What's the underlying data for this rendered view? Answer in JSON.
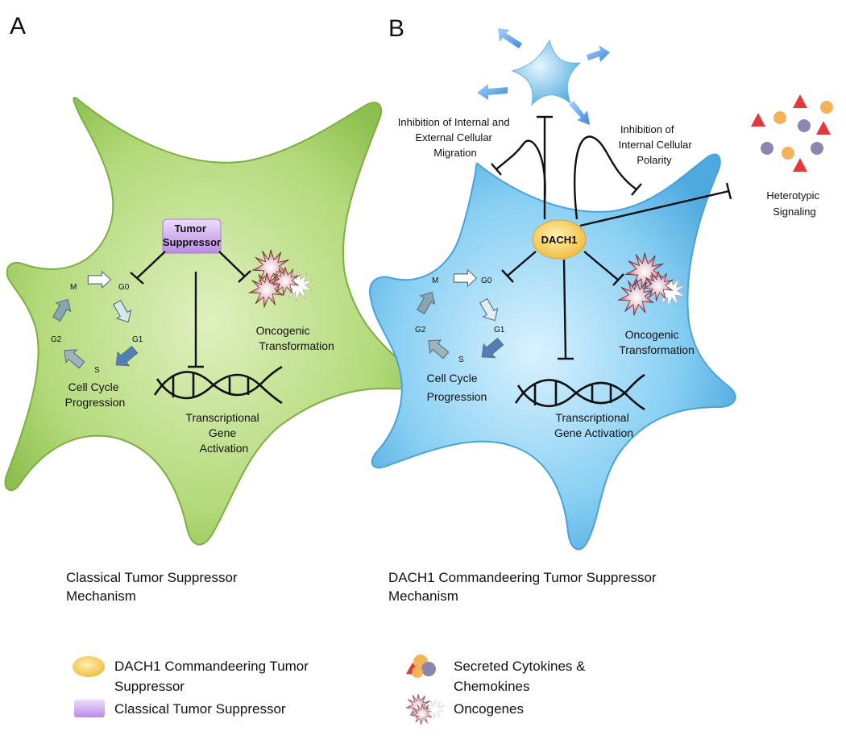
{
  "panels": {
    "a": {
      "letter": "A",
      "tumor_suppressor_label": [
        "Tumor",
        "Suppressor"
      ],
      "phases": {
        "m": "M",
        "g0": "G0",
        "g1": "G1",
        "g2": "G2",
        "s": "S"
      },
      "cell_cycle": [
        "Cell Cycle",
        "Progression"
      ],
      "transcription": [
        "Transcriptional",
        "Gene",
        "Activation"
      ],
      "oncogenic": [
        "Oncogenic",
        "Transformation"
      ],
      "caption": [
        "Classical Tumor Suppressor",
        "Mechanism"
      ],
      "colors": {
        "cell": "#a9d46a",
        "suppressor": "#c99be8"
      }
    },
    "b": {
      "letter": "B",
      "dach1_label": "DACH1",
      "phases": {
        "m": "M",
        "g0": "G0",
        "g1": "G1",
        "g2": "G2",
        "s": "S"
      },
      "cell_cycle": [
        "Cell Cycle",
        "Progression"
      ],
      "transcription": [
        "Transcriptional",
        "Gene  Activation"
      ],
      "oncogenic": [
        "Oncogenic",
        "Transformation"
      ],
      "migration": [
        "Inhibition of Internal and",
        "External Cellular",
        "Migration"
      ],
      "polarity": [
        "Inhibition of",
        "Internal Cellular",
        "Polarity"
      ],
      "heterotypic": [
        "Heterotypic",
        "Signaling"
      ],
      "caption": [
        "DACH1 Commandeering Tumor Suppressor",
        "Mechanism"
      ],
      "colors": {
        "cell": "#7cc8f0",
        "dach1": "#f5c842"
      }
    }
  },
  "legend": {
    "dach1": [
      "DACH1 Commandeering Tumor",
      "Suppressor"
    ],
    "classical": "Classical Tumor Suppressor",
    "cytokines": [
      "Secreted Cytokines &",
      "Chemokines"
    ],
    "oncogenes": "Oncogenes"
  }
}
